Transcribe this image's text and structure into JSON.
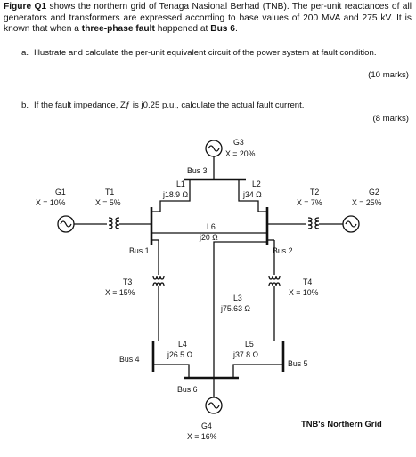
{
  "question": {
    "label": "Figure Q1",
    "text_before_fault": " shows the northern grid of Tenaga Nasional Berhad (TNB). The per-unit reactances of all generators and transformers are expressed according to base values of 200 MVA and 275 kV. It is known that when a ",
    "fault_type": "three-phase fault",
    "text_mid": " happened at ",
    "fault_bus": "Bus 6",
    "text_end": "."
  },
  "parts": [
    {
      "letter": "a.",
      "text": "Illustrate and calculate the per-unit equivalent circuit of the power system at fault condition.",
      "marks": "(10 marks)"
    },
    {
      "letter": "b.",
      "text": "If the fault impedance, Zƒ is j0.25 p.u., calculate the actual fault current.",
      "marks": "(8 marks)"
    }
  ],
  "diagram": {
    "caption": "TNB's Northern Grid",
    "generators": {
      "g1": {
        "name": "G1",
        "x": "X = 10%"
      },
      "g2": {
        "name": "G2",
        "x": "X = 25%"
      },
      "g3": {
        "name": "G3",
        "x": "X = 20%"
      },
      "g4": {
        "name": "G4",
        "x": "X = 16%"
      }
    },
    "transformers": {
      "t1": {
        "name": "T1",
        "x": "X = 5%"
      },
      "t2": {
        "name": "T2",
        "x": "X = 7%"
      },
      "t3": {
        "name": "T3",
        "x": "X = 15%"
      },
      "t4": {
        "name": "T4",
        "x": "X = 10%"
      }
    },
    "lines": {
      "l1": {
        "name": "L1",
        "z": "j18.9 Ω"
      },
      "l2": {
        "name": "L2",
        "z": "j34 Ω"
      },
      "l3": {
        "name": "L3",
        "z": "j75.63 Ω"
      },
      "l4": {
        "name": "L4",
        "z": "j26.5 Ω"
      },
      "l5": {
        "name": "L5",
        "z": "j37.8 Ω"
      },
      "l6": {
        "name": "L6",
        "z": "j20 Ω"
      }
    },
    "buses": {
      "b1": "Bus 1",
      "b2": "Bus 2",
      "b3": "Bus 3",
      "b4": "Bus 4",
      "b5": "Bus 5",
      "b6": "Bus 6"
    }
  }
}
